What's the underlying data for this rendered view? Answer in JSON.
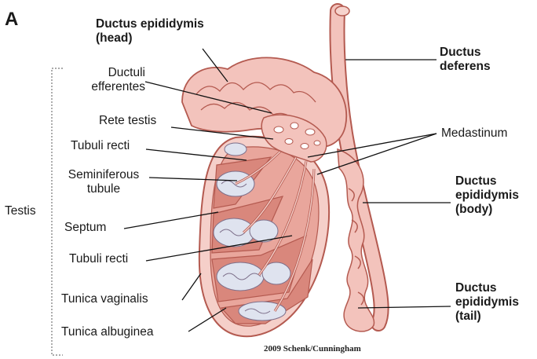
{
  "panel_letter": "A",
  "credit": "2009 Schenk/Cunningham",
  "labels": {
    "ductus_epididymis_head": [
      "Ductus epididymis",
      "(head)"
    ],
    "ductus_deferens": [
      "Ductus",
      "deferens"
    ],
    "ductuli_efferentes": [
      "Ductuli",
      "efferentes"
    ],
    "rete_testis": "Rete testis",
    "medastinum": "Medastinum",
    "tubuli_recti_upper": "Tubuli recti",
    "seminiferous_tubule": [
      "Seminiferous",
      "tubule"
    ],
    "ductus_epididymis_body": [
      "Ductus",
      "epididymis",
      "(body)"
    ],
    "testis": "Testis",
    "septum": "Septum",
    "tubuli_recti_lower": "Tubuli recti",
    "tunica_vaginalis": "Tunica vaginalis",
    "ductus_epididymis_tail": [
      "Ductus",
      "epididymis",
      "(tail)"
    ],
    "tunica_albuginea": "Tunica albuginea"
  },
  "colors": {
    "tissue_light": "#f3c3bc",
    "tissue_mid": "#e8958a",
    "tissue_dark": "#c8685d",
    "outline": "#b45a50",
    "tubule_fill": "#dfe3ef",
    "tubule_line": "#7d6f8a",
    "leader_line": "#111111"
  }
}
